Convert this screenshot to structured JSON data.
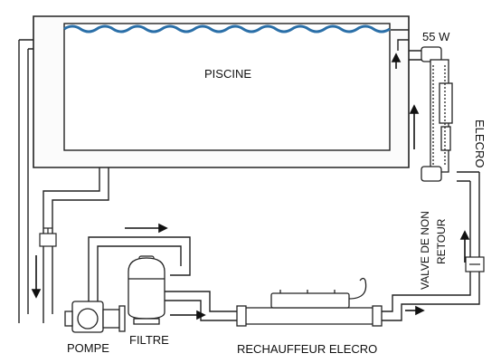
{
  "labels": {
    "pool": "PISCINE",
    "pump": "POMPE",
    "filter": "FILTRE",
    "heater": "RECHAUFFEUR ELECRO",
    "uv_power": "55 W",
    "uv_unit": "ELECRO",
    "check_valve_line1": "VALVE DE NON",
    "check_valve_line2": "RETOUR"
  },
  "colors": {
    "water": "#2a6fa8",
    "line": "#222222",
    "pipe_fill": "#ffffff",
    "pool_gray": "#f4f4f4"
  },
  "icons": {
    "flow_arrow": "arrow-icon",
    "valve": "valve-icon"
  }
}
